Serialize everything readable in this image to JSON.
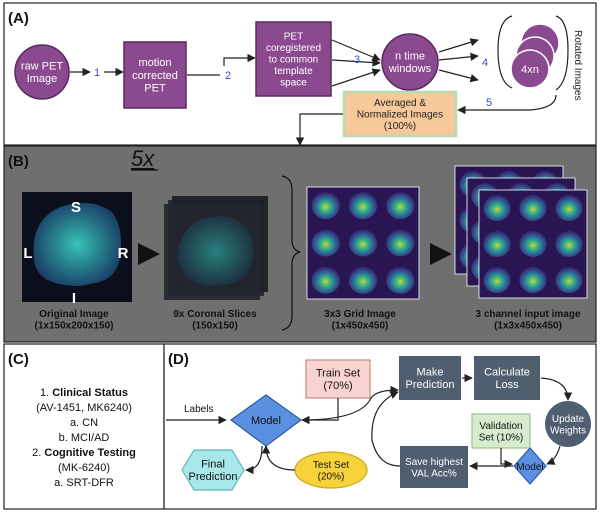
{
  "panel_a": {
    "label": "(A)",
    "nodes": {
      "raw_pet": [
        "raw PET",
        "Image"
      ],
      "motion": [
        "motion",
        "corrected",
        "PET"
      ],
      "coreg": [
        "PET",
        "coregistered",
        "to common",
        "template",
        "space"
      ],
      "windows": [
        "n time",
        "windows"
      ],
      "rotated_stack": "4xn",
      "rotated_label": "Rotated Images",
      "averaged": [
        "Averaged &",
        "Normalized Images",
        "(100%)"
      ]
    },
    "steps": [
      "1",
      "2",
      "3",
      "4",
      "5"
    ]
  },
  "panel_b": {
    "label": "(B)",
    "multiplier": "5x",
    "directions": {
      "superior": "S",
      "left": "L",
      "right": "R",
      "inferior": "I"
    },
    "captions": {
      "original": [
        "Original Image",
        "(1x150x200x150)"
      ],
      "coronal": [
        "9x Coronal Slices",
        "(150x150)"
      ],
      "grid": [
        "3x3 Grid Image",
        "(1x450x450)"
      ],
      "channel": [
        "3 channel input image",
        "(1x3x450x450)"
      ]
    }
  },
  "panel_c": {
    "label": "(C)",
    "items": [
      {
        "prefix": "1. ",
        "bold": "Clinical Status"
      },
      {
        "text": "(AV-1451, MK6240)"
      },
      {
        "text": "a. CN"
      },
      {
        "text": "b. MCI/AD"
      },
      {
        "prefix": "2. ",
        "bold": "Cognitive Testing"
      },
      {
        "text": "(MK-6240)"
      },
      {
        "text": "a. SRT-DFR"
      }
    ]
  },
  "panel_d": {
    "label": "(D)",
    "labels_text": "Labels",
    "model": "Model",
    "train_set": [
      "Train Set",
      "(70%)"
    ],
    "make_prediction": [
      "Make",
      "Prediction"
    ],
    "calculate_loss": [
      "Calculate",
      "Loss"
    ],
    "update_weights": [
      "Update",
      "Weights"
    ],
    "validation_set": [
      "Validation",
      "Set (10%)"
    ],
    "model_small": "Model",
    "save_highest": [
      "Save highest",
      "VAL Acc%"
    ],
    "test_set": [
      "Test Set",
      "(20%)"
    ],
    "final_prediction": [
      "Final",
      "Prediction"
    ]
  },
  "colors": {
    "purple": "#8B4A8F",
    "purple_border": "#5a2a5e",
    "step_blue": "#2f4fd0",
    "averaged_fill": "#f6c89a",
    "averaged_border": "#b7dcb0",
    "panel_b_bg": "#6f6f6f",
    "slate": "#4f5f70",
    "model_blue": "#5b8fe0",
    "train_fill": "#f9d3cf",
    "validation_fill": "#d7eccd",
    "test_fill": "#f7d23a",
    "final_fill": "#a9e8ea"
  }
}
